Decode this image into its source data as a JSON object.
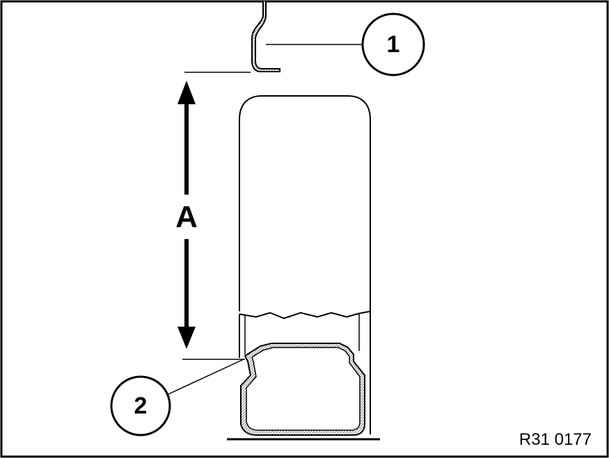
{
  "diagram": {
    "callouts": [
      {
        "id": "1",
        "label": "1"
      },
      {
        "id": "2",
        "label": "2"
      }
    ],
    "dimension_label": "A",
    "reference_code": "R31 0177",
    "colors": {
      "line": "#000000",
      "background": "#ffffff",
      "hatch": "#808080"
    }
  }
}
